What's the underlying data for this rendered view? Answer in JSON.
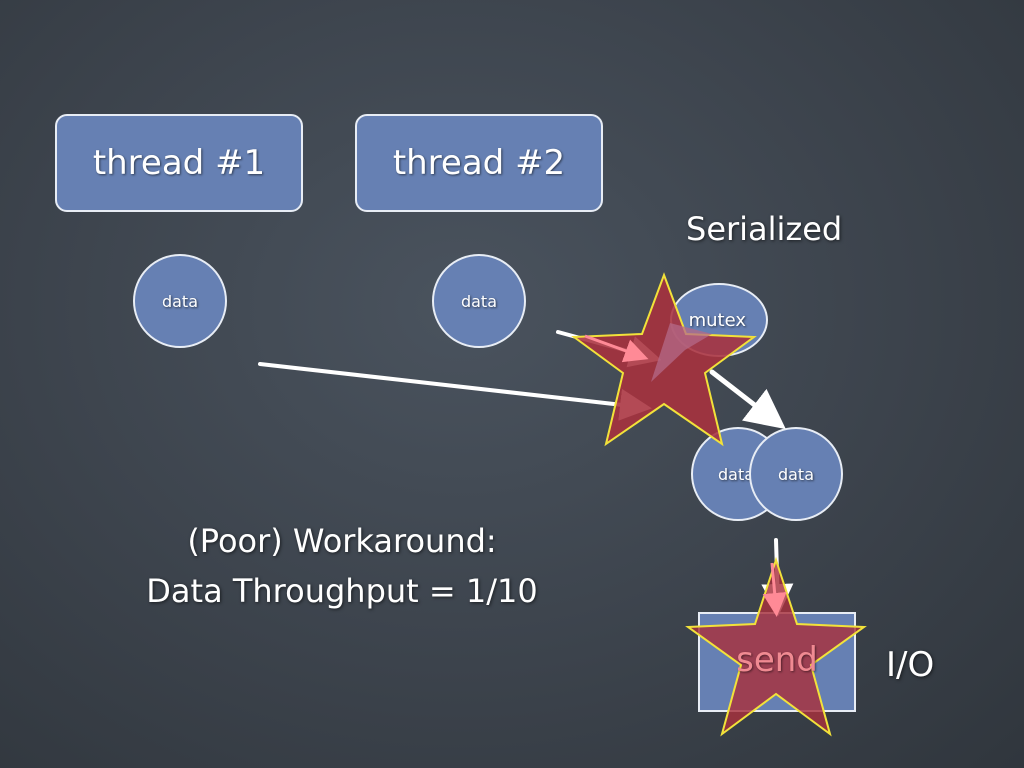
{
  "diagram": {
    "threads": [
      {
        "label": "thread #1"
      },
      {
        "label": "thread #2"
      }
    ],
    "data_nodes": [
      {
        "label": "data"
      },
      {
        "label": "data"
      }
    ],
    "serialized_label": "Serialized",
    "mutex_label": "mutex",
    "queued_data": [
      {
        "label": "data"
      },
      {
        "label": "data"
      }
    ],
    "send_label": "send",
    "io_label": "I/O",
    "caption": {
      "line1": "(Poor) Workaround:",
      "line2": "Data Throughput = 1/10"
    },
    "colors": {
      "background": "#3c434c",
      "node_fill": "#6680b3",
      "node_stroke": "#e8edf5",
      "star_fill": "#a8313d",
      "star_stroke": "#f2e23a",
      "arrow": "#ffffff",
      "arrow_pink": "#ff8a96"
    },
    "icons": [
      "star-burst-icon",
      "arrow-icon"
    ]
  }
}
